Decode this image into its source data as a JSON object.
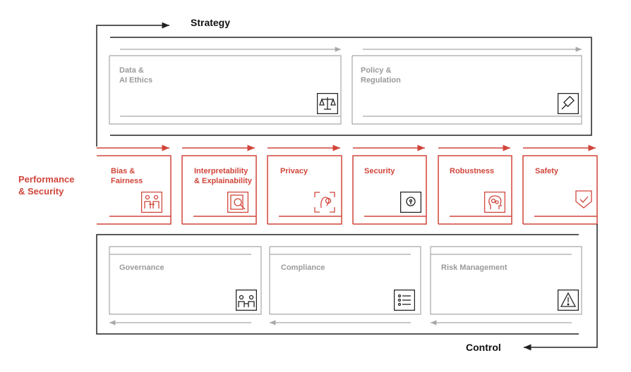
{
  "headings": {
    "strategy": "Strategy",
    "control": "Control",
    "performance": "Performance\n& Security"
  },
  "colors": {
    "accent": "#d0453a",
    "line": "#222222",
    "grey": "#a8a8a8",
    "grey_text": "#9a9a9a"
  },
  "strategy_boxes": [
    {
      "label": "Data &\nAI Ethics",
      "icon": "scales-icon"
    },
    {
      "label": "Policy &\nRegulation",
      "icon": "gavel-icon"
    }
  ],
  "performance_boxes": [
    {
      "label": "Bias &\nFairness",
      "icon": "people-meeting-icon"
    },
    {
      "label": "Interpretability\n& Explainability",
      "icon": "magnifier-document-icon"
    },
    {
      "label": "Privacy",
      "icon": "face-scan-icon"
    },
    {
      "label": "Security",
      "icon": "keyhole-icon"
    },
    {
      "label": "Robustness",
      "icon": "head-gears-icon"
    },
    {
      "label": "Safety",
      "icon": "shield-check-icon"
    }
  ],
  "control_boxes": [
    {
      "label": "Governance",
      "icon": "board-people-icon"
    },
    {
      "label": "Compliance",
      "icon": "checklist-icon"
    },
    {
      "label": "Risk Management",
      "icon": "warning-icon"
    }
  ]
}
